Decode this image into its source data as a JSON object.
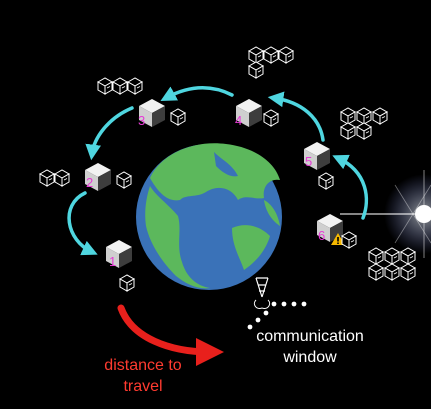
{
  "colors": {
    "background": "#000000",
    "ocean": "#3a72b8",
    "land": "#5cb85c",
    "orbit_arrow": "#4fd6e0",
    "distance_arrow": "#e8201c",
    "satellite_number": "#e63ad6",
    "label_text": "#ffffff",
    "distance_text": "#ff3b30",
    "warning": "#f5b800"
  },
  "satellites": [
    {
      "number": "1"
    },
    {
      "number": "2"
    },
    {
      "number": "3"
    },
    {
      "number": "4"
    },
    {
      "number": "5"
    },
    {
      "number": "6",
      "warning": true
    }
  ],
  "labels": {
    "communication_window": [
      "communication",
      "window"
    ],
    "distance_to_travel": [
      "distance to",
      "travel"
    ]
  },
  "icons": {
    "earth": "earth-icon",
    "ground_station": "antenna-icon",
    "packet": "package-icon",
    "warning": "warning-icon",
    "star": "star-flare-icon"
  }
}
